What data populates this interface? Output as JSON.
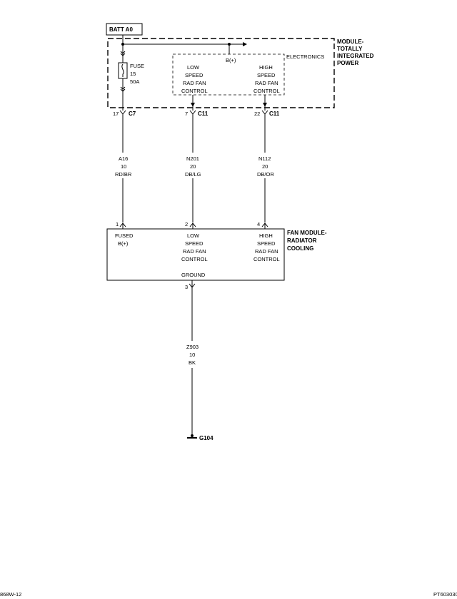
{
  "batt_label": "BATT A0",
  "tipm": {
    "title": [
      "MODULE-",
      "TOTALLY",
      "INTEGRATED",
      "POWER"
    ],
    "electronics_label": "ELECTRONICS",
    "bplus_label": "B(+)",
    "fuse": {
      "label": "FUSE",
      "number": "15",
      "rating": "50A"
    },
    "low_speed": [
      "LOW",
      "SPEED",
      "RAD FAN",
      "CONTROL"
    ],
    "high_speed": [
      "HIGH",
      "SPEED",
      "RAD FAN",
      "CONTROL"
    ]
  },
  "connectors": [
    {
      "pin": "17",
      "name": "C7"
    },
    {
      "pin": "7",
      "name": "C11"
    },
    {
      "pin": "22",
      "name": "C11"
    }
  ],
  "wires": [
    {
      "circuit": "A16",
      "gauge": "10",
      "color": "RD/BR"
    },
    {
      "circuit": "N201",
      "gauge": "20",
      "color": "DB/LG"
    },
    {
      "circuit": "N112",
      "gauge": "20",
      "color": "DB/OR"
    }
  ],
  "fan_module": {
    "title": [
      "FAN MODULE-",
      "RADIATOR",
      "COOLING"
    ],
    "pins": [
      "1",
      "2",
      "4"
    ],
    "fused": [
      "FUSED",
      "B(+)"
    ],
    "low_speed": [
      "LOW",
      "SPEED",
      "RAD FAN",
      "CONTROL"
    ],
    "high_speed": [
      "HIGH",
      "SPEED",
      "RAD FAN",
      "CONTROL"
    ],
    "ground_label": "GROUND",
    "ground_pin": "3"
  },
  "ground_wire": {
    "circuit": "Z903",
    "gauge": "10",
    "color": "BK"
  },
  "ground_point": "G104",
  "footer_left": "868W-12",
  "footer_right": "PT603030"
}
